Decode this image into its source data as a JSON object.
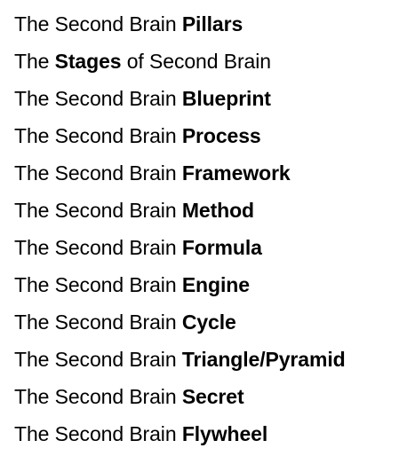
{
  "lines": [
    {
      "pre": "The Second Brain ",
      "bold": "Pillars",
      "post": ""
    },
    {
      "pre": "The ",
      "bold": "Stages",
      "post": " of Second Brain"
    },
    {
      "pre": "The Second Brain ",
      "bold": "Blueprint",
      "post": ""
    },
    {
      "pre": "The Second Brain ",
      "bold": "Process",
      "post": ""
    },
    {
      "pre": "The Second Brain ",
      "bold": "Framework",
      "post": ""
    },
    {
      "pre": "The Second Brain ",
      "bold": "Method",
      "post": ""
    },
    {
      "pre": "The Second Brain ",
      "bold": "Formula",
      "post": ""
    },
    {
      "pre": "The Second Brain ",
      "bold": "Engine",
      "post": ""
    },
    {
      "pre": "The Second Brain ",
      "bold": "Cycle",
      "post": ""
    },
    {
      "pre": "The Second Brain ",
      "bold": "Triangle/Pyramid",
      "post": ""
    },
    {
      "pre": "The Second Brain ",
      "bold": "Secret",
      "post": ""
    },
    {
      "pre": "The Second Brain ",
      "bold": "Flywheel",
      "post": ""
    }
  ]
}
